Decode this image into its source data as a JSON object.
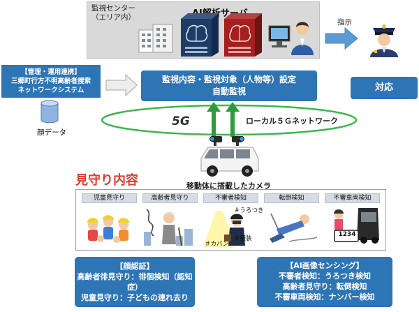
{
  "center": {
    "label": "監視センター\n（エリア内）",
    "ai_title": "AI解析サーバ"
  },
  "left_system": {
    "line1": "【管理・運用連携】",
    "line2": "三郷町行方不明高齢者捜索",
    "line3": "ネットワークシステム",
    "face_data": "顔データ"
  },
  "main_box": {
    "line1": "監視内容・監視対象（人物等）設定",
    "line2": "自動監視"
  },
  "instruction_label": "指示",
  "response_label": "対応",
  "network": {
    "logo": "5G",
    "label": "ローカル５Ｇネットワーク"
  },
  "camera_label": "移動体に搭載したカメラ",
  "mimamori_title": "見守り内容",
  "cards": [
    {
      "title": "児童見守り"
    },
    {
      "title": "高齢者見守り"
    },
    {
      "title": "不審者検知",
      "tags": [
        "＃うろつき",
        "＃カバン",
        "＃服装"
      ]
    },
    {
      "title": "転倒検知"
    },
    {
      "title": "不審車両検知",
      "plate": "1234"
    }
  ],
  "face_recognition": {
    "title": "【顔認証】",
    "line1": "高齢者徘見守り：徘徊検知（認知症）",
    "line2": "児童見守り：子どもの連れ去り"
  },
  "ai_sensing": {
    "title": "【AI画像センシング】",
    "line1": "不審者検知：うろつき検知",
    "line2": "高齢者見守り：転倒検知",
    "line3": "不審車両検知：ナンバー検知"
  }
}
